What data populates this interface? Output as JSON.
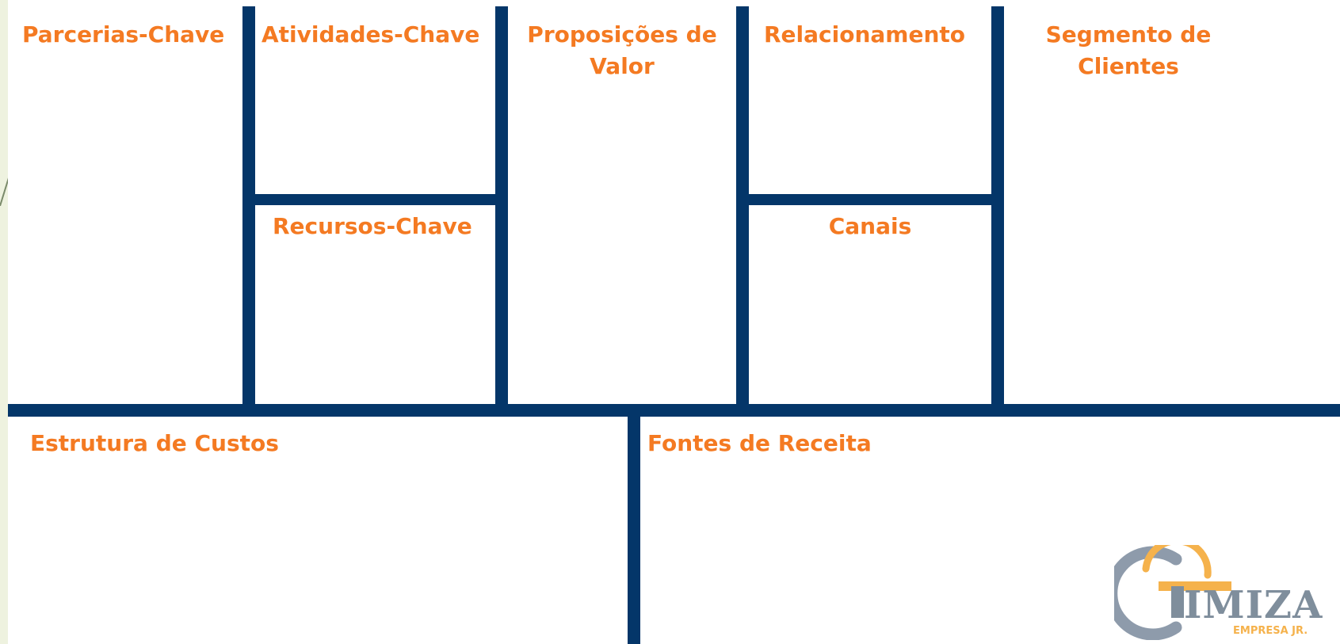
{
  "canvas": {
    "blocks": {
      "key_partners": "Parcerias-Chave",
      "key_activities": "Atividades-Chave",
      "key_resources": "Recursos-Chave",
      "value_propositions": "Proposições de Valor",
      "customer_relationships": "Relacionamento",
      "channels": "Canais",
      "customer_segments": "Segmento de Clientes",
      "cost_structure": "Estrutura de Custos",
      "revenue_streams": "Fontes de Receita"
    }
  },
  "logo": {
    "name": "TIMIZA",
    "subtitle": "Empresa Jr."
  },
  "colors": {
    "divider": "#043669",
    "label": "#f47a22",
    "background": "#ffffff",
    "slide": "#eef2df",
    "logo_gray": "#7f8e9c",
    "logo_accent": "#f5b24c"
  }
}
